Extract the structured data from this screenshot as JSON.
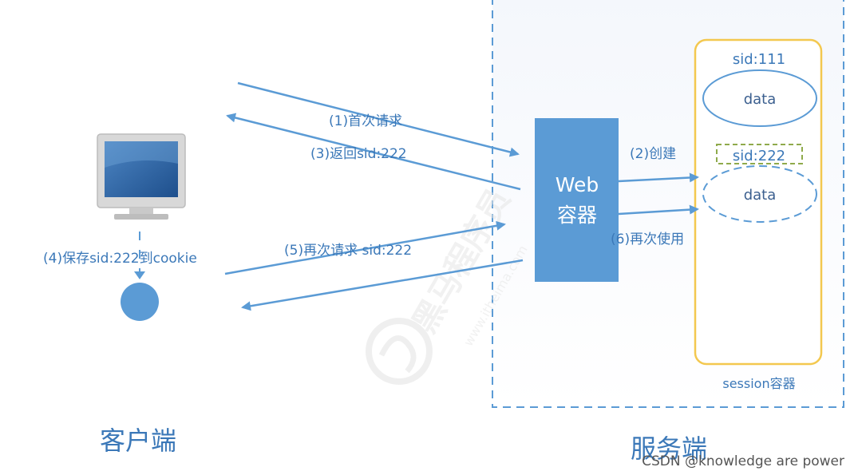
{
  "client": {
    "label": "客户端"
  },
  "server": {
    "label": "服务端",
    "web_container": {
      "line1": "Web",
      "line2": "容器"
    },
    "session_container": {
      "label": "session容器",
      "sessions": [
        {
          "sid": "sid:111",
          "data": "data"
        },
        {
          "sid": "sid:222",
          "data": "data"
        }
      ]
    }
  },
  "arrows": {
    "first_request": "(1)首次请求",
    "create": "(2)创建",
    "return_sid": "(3)返回sid:222",
    "save_cookie": "(4)保存sid:222到cookie",
    "second_request": "(5)再次请求 sid:222",
    "reuse": "(6)再次使用"
  },
  "watermark": {
    "text": "CSDN @knowledge are power",
    "logo_text": "黑马程序员",
    "logo_url_text": "www.itheima.com"
  },
  "colors": {
    "arrow": "#5b9bd5",
    "web_box": "#5b9bd5",
    "session_border": "#f3c84f",
    "sid222_border": "#8faa4b",
    "server_border": "#5b9bd5"
  }
}
